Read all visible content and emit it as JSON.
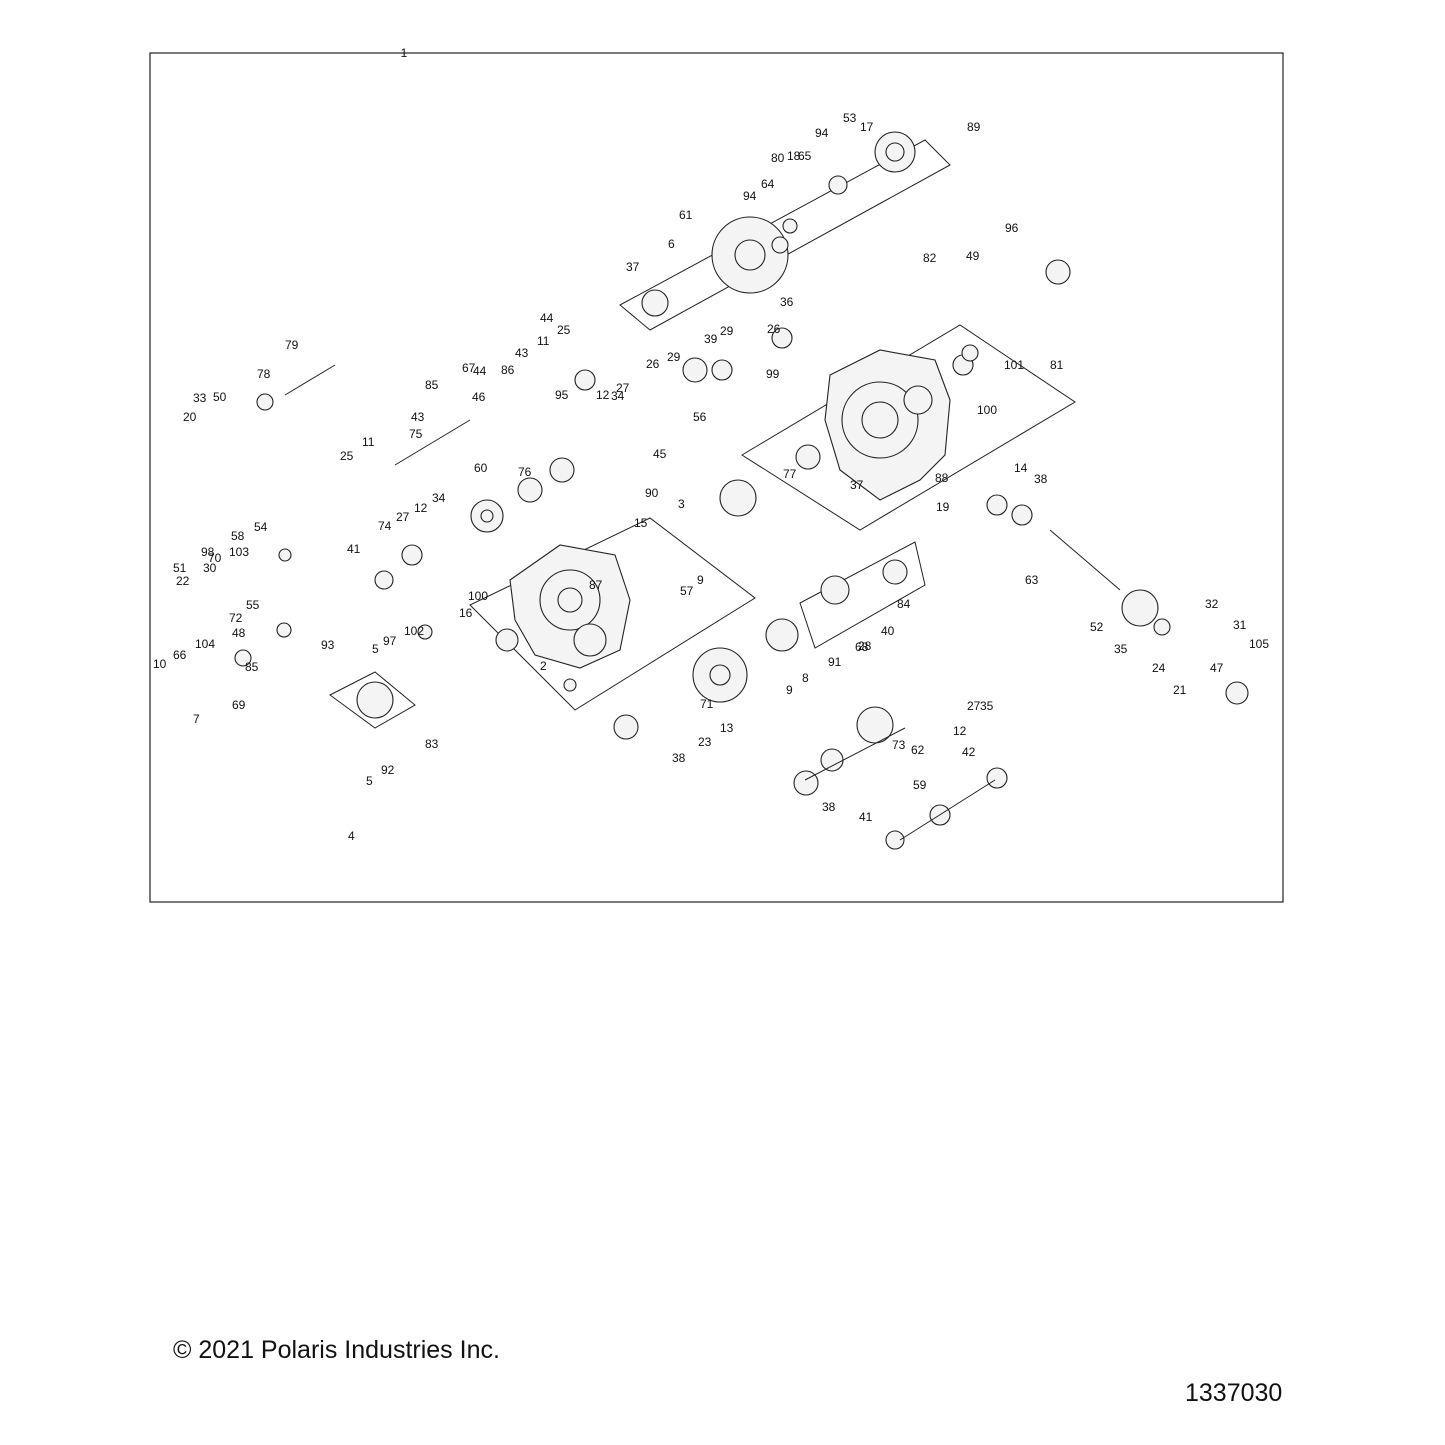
{
  "diagram": {
    "assembly_callout": "1",
    "callouts": [
      "2",
      "3",
      "4",
      "5",
      "5",
      "6",
      "7",
      "8",
      "9",
      "9",
      "10",
      "11",
      "11",
      "12",
      "12",
      "12",
      "13",
      "14",
      "15",
      "16",
      "17",
      "18",
      "19",
      "20",
      "21",
      "22",
      "23",
      "24",
      "25",
      "25",
      "26",
      "26",
      "27",
      "27",
      "27",
      "28",
      "29",
      "29",
      "30",
      "31",
      "32",
      "33",
      "34",
      "34",
      "35",
      "35",
      "36",
      "37",
      "37",
      "38",
      "38",
      "38",
      "39",
      "40",
      "41",
      "41",
      "42",
      "43",
      "43",
      "44",
      "44",
      "45",
      "46",
      "47",
      "48",
      "49",
      "50",
      "51",
      "52",
      "53",
      "54",
      "55",
      "56",
      "57",
      "58",
      "59",
      "60",
      "61",
      "62",
      "63",
      "64",
      "65",
      "66",
      "67",
      "68",
      "69",
      "70",
      "71",
      "72",
      "73",
      "74",
      "75",
      "76",
      "77",
      "78",
      "79",
      "80",
      "81",
      "82",
      "83",
      "84",
      "85",
      "85",
      "86",
      "87",
      "88",
      "89",
      "90",
      "91",
      "92",
      "93",
      "94",
      "94",
      "95",
      "96",
      "97",
      "98",
      "99",
      "100",
      "100",
      "101",
      "102",
      "103",
      "104",
      "105"
    ]
  },
  "footer": {
    "copyright": "© 2021 Polaris Industries Inc.",
    "diagram_number": "1337030"
  }
}
